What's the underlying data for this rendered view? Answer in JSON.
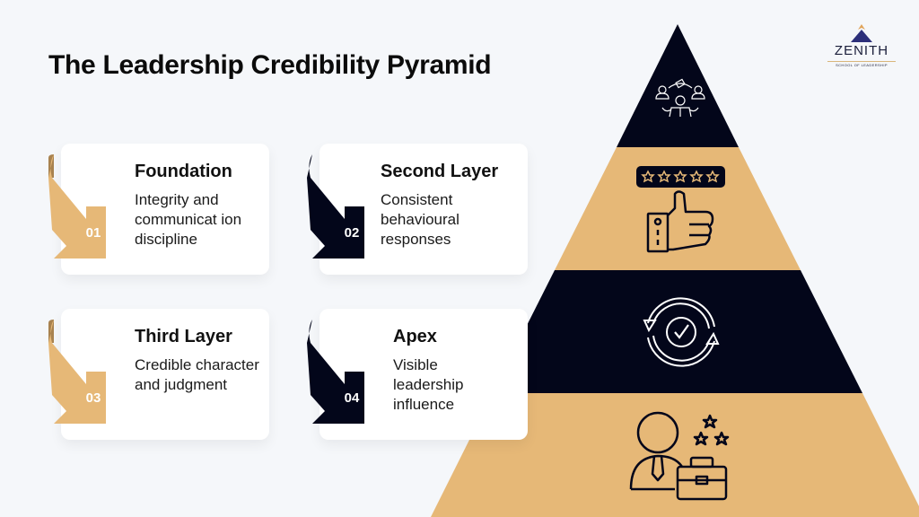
{
  "header": {
    "title": "The Leadership Credibility Pyramid"
  },
  "logo": {
    "name": "ZENITH",
    "tagline": "SCHOOL OF LEADERSHIP"
  },
  "colors": {
    "gold": "#e6b877",
    "navy": "#03061a",
    "background": "#f5f7fa",
    "card": "#ffffff"
  },
  "cards": [
    {
      "number": "01",
      "heading": "Foundation",
      "description": "Integrity and communicat ion discipline",
      "ribbon_color": "#e6b877"
    },
    {
      "number": "02",
      "heading": "Second Layer",
      "description": "Consistent behavioural responses",
      "ribbon_color": "#03061a"
    },
    {
      "number": "03",
      "heading": "Third Layer",
      "description": "Credible character and judgment",
      "ribbon_color": "#e6b877"
    },
    {
      "number": "04",
      "heading": "Apex",
      "description": "Visible leadership influence",
      "ribbon_color": "#03061a"
    }
  ],
  "pyramid": {
    "layers": [
      {
        "level": "apex",
        "color": "#03061a",
        "icon": "leader-team-icon"
      },
      {
        "level": "third",
        "color": "#e6b877",
        "icon": "five-star-thumbs-up-icon"
      },
      {
        "level": "second",
        "color": "#03061a",
        "icon": "cycle-check-icon"
      },
      {
        "level": "foundation",
        "color": "#e6b877",
        "icon": "professional-briefcase-stars-icon"
      }
    ]
  }
}
